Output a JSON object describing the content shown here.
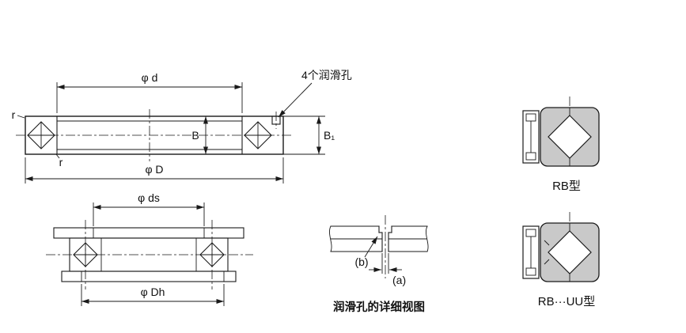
{
  "drawing": {
    "lube_note": "4个润滑孔",
    "dim_phi_d": "φ d",
    "dim_phi_D": "φ D",
    "dim_B": "B",
    "dim_B1": "B₁",
    "r_label": "r",
    "dim_phi_ds": "φ ds",
    "dim_phi_Dh": "φ Dh",
    "detail_b": "(b)",
    "detail_a": "(a)",
    "detail_caption": "润滑孔的详细视图",
    "type_rb": "RB型",
    "type_rb_uu": "RB···UU型"
  },
  "colors": {
    "line": "#1a1a1a",
    "section_fill": "#c9c9c9",
    "background": "#ffffff"
  }
}
